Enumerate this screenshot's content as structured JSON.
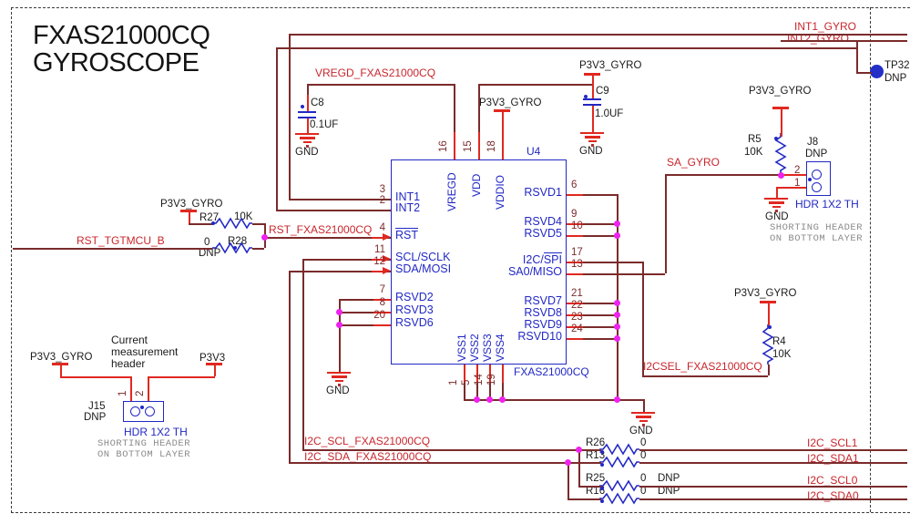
{
  "title": {
    "line1": "FXAS21000CQ",
    "line2": "GYROSCOPE"
  },
  "ic": {
    "refdes": "U4",
    "part": "FXAS21000CQ",
    "left_pins": [
      {
        "num": "3",
        "name": "INT1"
      },
      {
        "num": "2",
        "name": "INT2"
      },
      {
        "num": "4",
        "name": "RST",
        "overline": "full"
      },
      {
        "num": "11",
        "name": "SCL/SCLK"
      },
      {
        "num": "12",
        "name": "SDA/MOSI"
      },
      {
        "num": "7",
        "name": "RSVD2"
      },
      {
        "num": "8",
        "name": "RSVD3"
      },
      {
        "num": "20",
        "name": "RSVD6"
      }
    ],
    "right_pins": [
      {
        "num": "6",
        "name": "RSVD1"
      },
      {
        "num": "9",
        "name": "RSVD4"
      },
      {
        "num": "10",
        "name": "RSVD5"
      },
      {
        "num": "17",
        "name": "I2C/SPI",
        "pre": "I2C/",
        "ovtext": "SPI"
      },
      {
        "num": "13",
        "name": "SA0/MISO"
      },
      {
        "num": "21",
        "name": "RSVD7"
      },
      {
        "num": "22",
        "name": "RSVD8"
      },
      {
        "num": "23",
        "name": "RSVD9"
      },
      {
        "num": "24",
        "name": "RSVD10"
      }
    ],
    "top_pins": [
      {
        "num": "16",
        "name": "VREGD"
      },
      {
        "num": "15",
        "name": "VDD"
      },
      {
        "num": "18",
        "name": "VDDIO"
      }
    ],
    "bottom_pins": [
      {
        "num": "1",
        "name": "VSS1"
      },
      {
        "num": "5",
        "name": "VSS2"
      },
      {
        "num": "14",
        "name": "VSS3"
      },
      {
        "num": "19",
        "name": "VSS4"
      }
    ]
  },
  "nets": {
    "int1": "INT1_GYRO",
    "int2": "INT2_GYRO",
    "vregd": "VREGD_FXAS21000CQ",
    "rst_in": "RST_TGTMCU_B",
    "rst": "RST_FXAS21000CQ",
    "sa": "SA_GYRO",
    "i2csel": "I2CSEL_FXAS21000CQ",
    "scl_fx": "I2C_SCL_FXAS21000CQ",
    "sda_fx": "I2C_SDA_FXAS21000CQ",
    "scl1": "I2C_SCL1",
    "sda1": "I2C_SDA1",
    "scl0": "I2C_SCL0",
    "sda0": "I2C_SDA0"
  },
  "power": {
    "p3v3_gyro": "P3V3_GYRO",
    "p3v3": "P3V3",
    "gnd": "GND"
  },
  "components": {
    "c8": {
      "ref": "C8",
      "val": "0.1UF"
    },
    "c9": {
      "ref": "C9",
      "val": "1.0UF"
    },
    "r27": {
      "ref": "R27",
      "val": "10K"
    },
    "r28": {
      "ref": "R28",
      "val": "0",
      "dnp": "DNP"
    },
    "r5": {
      "ref": "R5",
      "val": "10K"
    },
    "r4": {
      "ref": "R4",
      "val": "10K"
    },
    "r26": {
      "ref": "R26",
      "val": "0"
    },
    "r13": {
      "ref": "R13",
      "val": "0"
    },
    "r25": {
      "ref": "R25",
      "val": "0",
      "dnp": "DNP"
    },
    "r16": {
      "ref": "R16",
      "val": "0",
      "dnp": "DNP"
    },
    "tp32": {
      "ref": "TP32",
      "dnp": "DNP"
    },
    "j8": {
      "ref": "J8",
      "dnp": "DNP",
      "pin1": "1",
      "pin2": "2",
      "type": "HDR 1X2 TH",
      "note1": "SHORTING HEADER",
      "note2": "ON BOTTOM LAYER"
    },
    "j15": {
      "ref": "J15",
      "dnp": "DNP",
      "pin1": "1",
      "pin2": "2",
      "type": "HDR 1X2 TH",
      "note1": "SHORTING HEADER",
      "note2": "ON BOTTOM LAYER"
    }
  },
  "annotations": {
    "current1": "Current",
    "current2": "measurement",
    "current3": "header"
  }
}
